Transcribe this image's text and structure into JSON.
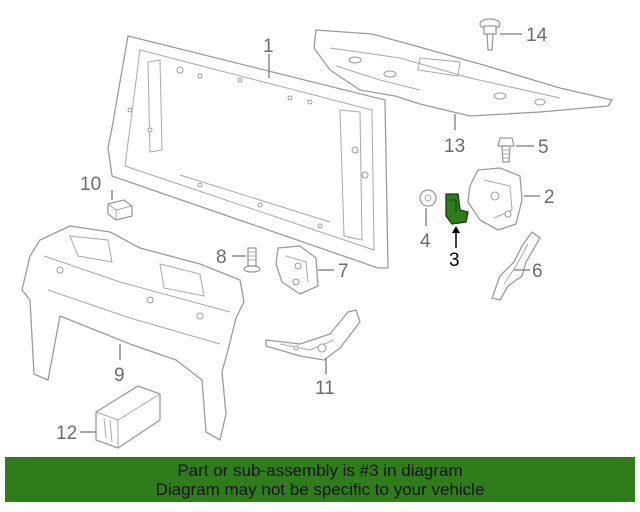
{
  "callouts": {
    "c1": "1",
    "c2": "2",
    "c3": "3",
    "c4": "4",
    "c5": "5",
    "c6": "6",
    "c7": "7",
    "c8": "8",
    "c9": "9",
    "c10": "10",
    "c11": "11",
    "c12": "12",
    "c13": "13",
    "c14": "14"
  },
  "highlight": {
    "part_number": "3",
    "color": "#2e7d1a"
  },
  "banner": {
    "line1": "Part or sub-assembly is #3 in diagram",
    "line2": "Diagram may not be specific to your vehicle",
    "background": "#2e7d1a"
  }
}
